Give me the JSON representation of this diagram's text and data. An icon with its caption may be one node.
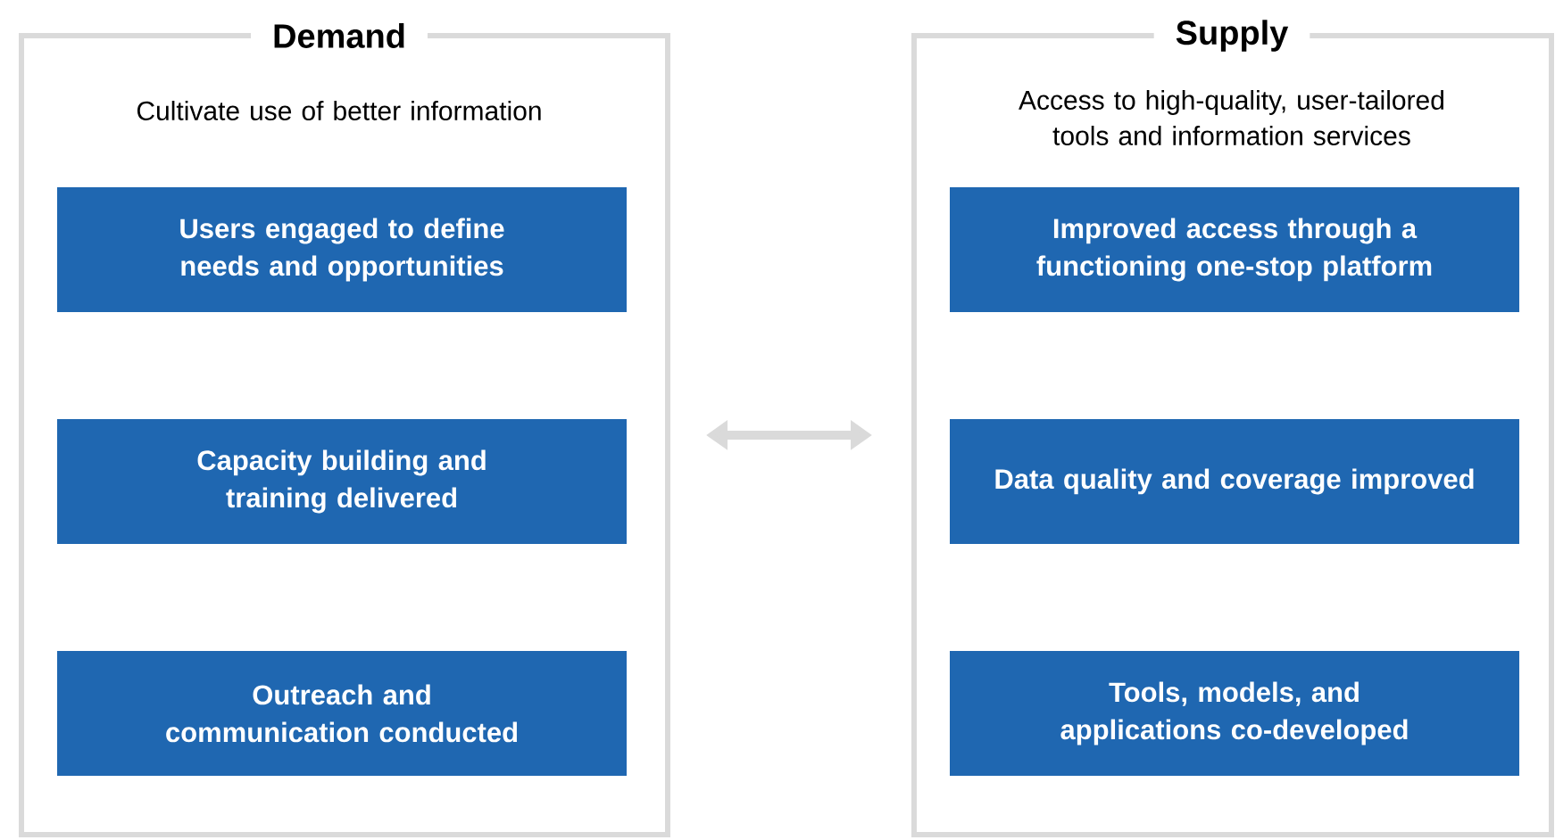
{
  "diagram": {
    "nodes": [
      {
        "text": [
          "Demand",
          "Cultivate use of better information"
        ]
      },
      {
        "text": [
          "Users engaged to define needs and opportunities"
        ],
        "in": 0
      },
      {
        "text": [
          "Capacity building and training delivered"
        ],
        "in": 0
      },
      {
        "text": [
          "Outreach and communication conducted"
        ],
        "in": 0
      },
      {
        "text": [
          "Supply",
          "Access to high-quality, user-tailored tools and information services"
        ]
      },
      {
        "text": [
          "Improved access through a functioning one-stop platform"
        ],
        "in": 4
      },
      {
        "text": [
          "Data quality and coverage improved"
        ],
        "in": 4
      },
      {
        "text": [
          "Tools, models, and applications co-developed"
        ],
        "in": 4
      }
    ],
    "edges": [
      {
        "from": 0,
        "to": 4,
        "arrow": "both"
      }
    ]
  }
}
